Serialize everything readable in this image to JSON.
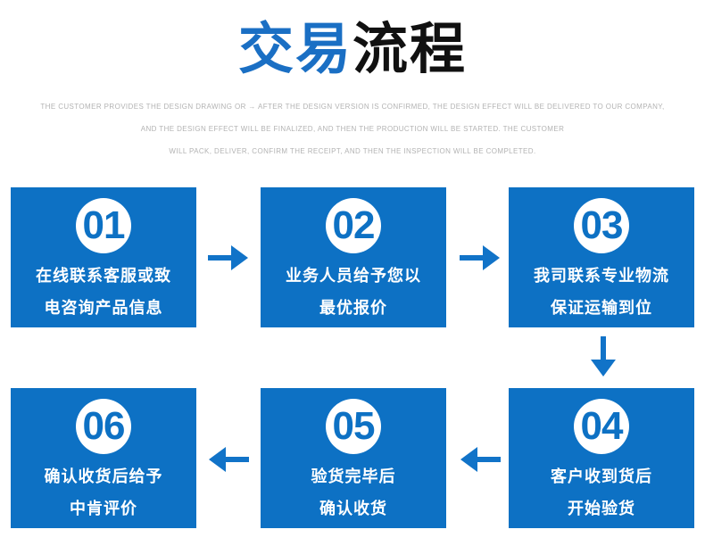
{
  "title": {
    "highlight": "交易",
    "rest": "流程"
  },
  "subtitle_lines": [
    "THE CUSTOMER PROVIDES THE DESIGN DRAWING OR → AFTER THE DESIGN VERSION IS CONFIRMED, THE DESIGN EFFECT WILL BE DELIVERED TO OUR COMPANY,",
    "AND THE DESIGN EFFECT WILL BE FINALIZED, AND THEN THE PRODUCTION WILL BE STARTED. THE CUSTOMER",
    "WILL PACK, DELIVER, CONFIRM THE RECEIPT, AND THEN THE INSPECTION WILL BE COMPLETED."
  ],
  "steps": [
    {
      "number": "01",
      "lines": [
        "在线联系客服或致",
        "电咨询产品信息"
      ]
    },
    {
      "number": "02",
      "lines": [
        "业务人员给予您以",
        "最优报价"
      ]
    },
    {
      "number": "03",
      "lines": [
        "我司联系专业物流",
        "保证运输到位"
      ]
    },
    {
      "number": "04",
      "lines": [
        "客户收到货后",
        "开始验货"
      ]
    },
    {
      "number": "05",
      "lines": [
        "验货完毕后",
        "确认收货"
      ]
    },
    {
      "number": "06",
      "lines": [
        "确认收货后给予",
        "中肯评价"
      ]
    }
  ],
  "colors": {
    "box_blue": "#0d71c4",
    "title_blue": "#1a6fc4",
    "title_dark": "#111111",
    "arrow_blue": "#1173c8",
    "subtitle_gray": "#b3b3b3",
    "step_text_white": "#ffffff"
  }
}
